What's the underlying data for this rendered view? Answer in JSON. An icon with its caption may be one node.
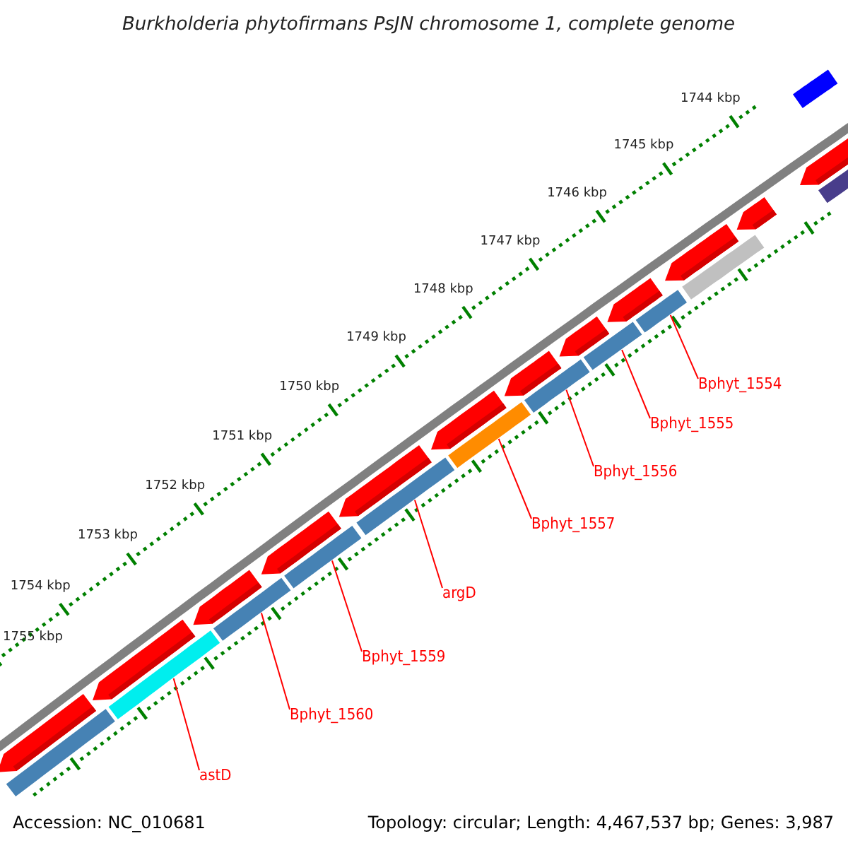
{
  "diagram": {
    "title": "Burkholderia phytofirmans PsJN chromosome 1, complete genome",
    "nodes": [
      {
        "text": [
          "Bphyt_1554"
        ]
      },
      {
        "text": [
          "Bphyt_1555"
        ]
      },
      {
        "text": [
          "Bphyt_1556"
        ]
      },
      {
        "text": [
          "Bphyt_1557"
        ]
      },
      {
        "text": [
          "argD"
        ]
      },
      {
        "text": [
          "Bphyt_1559"
        ]
      },
      {
        "text": [
          "Bphyt_1560"
        ]
      },
      {
        "text": [
          "astD"
        ]
      },
      {
        "text": [],
        "shape": "bar"
      },
      {
        "text": [],
        "shape": "bar"
      },
      {
        "text": [],
        "shape": "bar"
      },
      {
        "text": [],
        "shape": "bar"
      },
      {
        "text": [],
        "shape": "bar"
      },
      {
        "text": [],
        "shape": "bar"
      },
      {
        "text": [],
        "shape": "bar"
      },
      {
        "text": [],
        "shape": "bar"
      },
      {
        "text": [],
        "shape": "bar"
      },
      {
        "text": [],
        "shape": "bar"
      },
      {
        "text": [],
        "shape": "bar"
      },
      {
        "text": [],
        "shape": "bar"
      },
      {
        "text": [],
        "shape": "arrow"
      },
      {
        "text": [],
        "shape": "arrow"
      },
      {
        "text": [],
        "shape": "arrow"
      },
      {
        "text": [],
        "shape": "arrow"
      },
      {
        "text": [],
        "shape": "arrow"
      },
      {
        "text": [],
        "shape": "arrow"
      },
      {
        "text": [],
        "shape": "arrow"
      },
      {
        "text": [],
        "shape": "arrow"
      },
      {
        "text": [],
        "shape": "arrow"
      },
      {
        "text": [],
        "shape": "arrow"
      },
      {
        "text": [],
        "shape": "arrow"
      },
      {
        "text": [],
        "shape": "arrow"
      }
    ],
    "edges": [
      {
        "from": 0,
        "to": 8,
        "arrow": "none"
      },
      {
        "from": 1,
        "to": 9,
        "arrow": "none"
      },
      {
        "from": 2,
        "to": 10,
        "arrow": "none"
      },
      {
        "from": 3,
        "to": 11,
        "arrow": "none"
      },
      {
        "from": 4,
        "to": 12,
        "arrow": "none"
      },
      {
        "from": 5,
        "to": 13,
        "arrow": "none"
      },
      {
        "from": 6,
        "to": 14,
        "arrow": "none"
      },
      {
        "from": 7,
        "to": 15,
        "arrow": "none"
      }
    ],
    "labels": [
      "1744 kbp",
      "1745 kbp",
      "1746 kbp",
      "1747 kbp",
      "1748 kbp",
      "1749 kbp",
      "1750 kbp",
      "1751 kbp",
      "1752 kbp",
      "1753 kbp",
      "1754 kbp",
      "1755 kbp",
      "Accession: NC_010681",
      "Topology: circular; Length: 4,467,537 bp; Genes: 3,987"
    ]
  }
}
